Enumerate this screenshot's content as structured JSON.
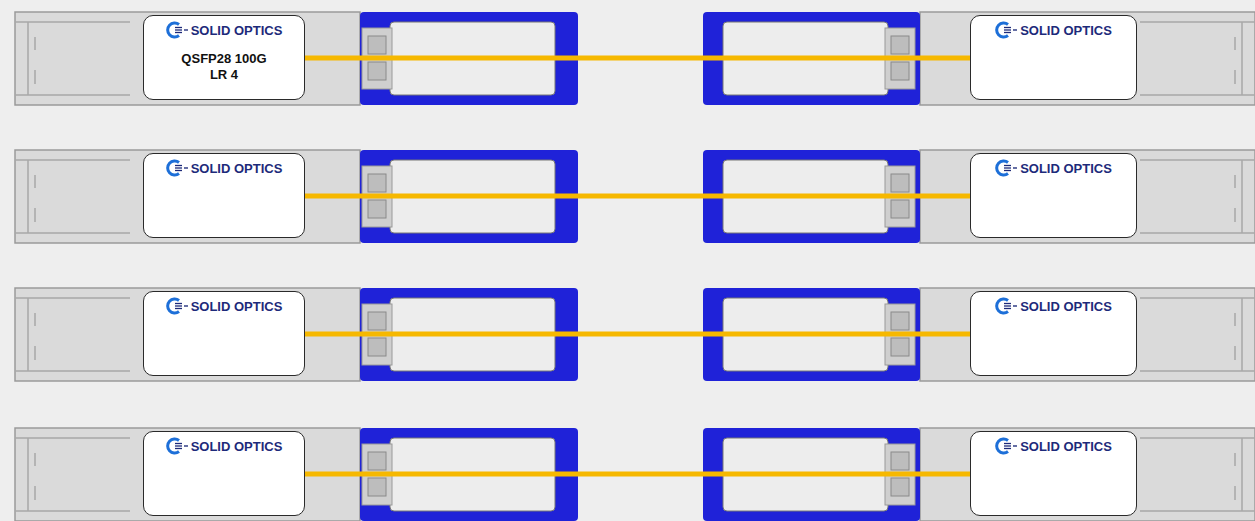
{
  "diagram": {
    "nodes": [
      {
        "text": [
          "SOLID OPTICS",
          "QSFP28 100G LR 4"
        ]
      },
      {
        "text": [
          "SOLID OPTICS"
        ]
      },
      {
        "text": [
          "SOLID OPTICS"
        ]
      },
      {
        "text": [
          "SOLID OPTICS"
        ]
      },
      {
        "text": [
          "SOLID OPTICS"
        ]
      },
      {
        "text": [
          "SOLID OPTICS"
        ]
      },
      {
        "text": [
          "SOLID OPTICS"
        ]
      },
      {
        "text": [
          "SOLID OPTICS"
        ]
      }
    ],
    "edges": [
      {
        "from": 0,
        "to": 1,
        "arrow": "none"
      },
      {
        "from": 2,
        "to": 3,
        "arrow": "none"
      },
      {
        "from": 4,
        "to": 5,
        "arrow": "none"
      },
      {
        "from": 6,
        "to": 7,
        "arrow": "none"
      }
    ]
  }
}
